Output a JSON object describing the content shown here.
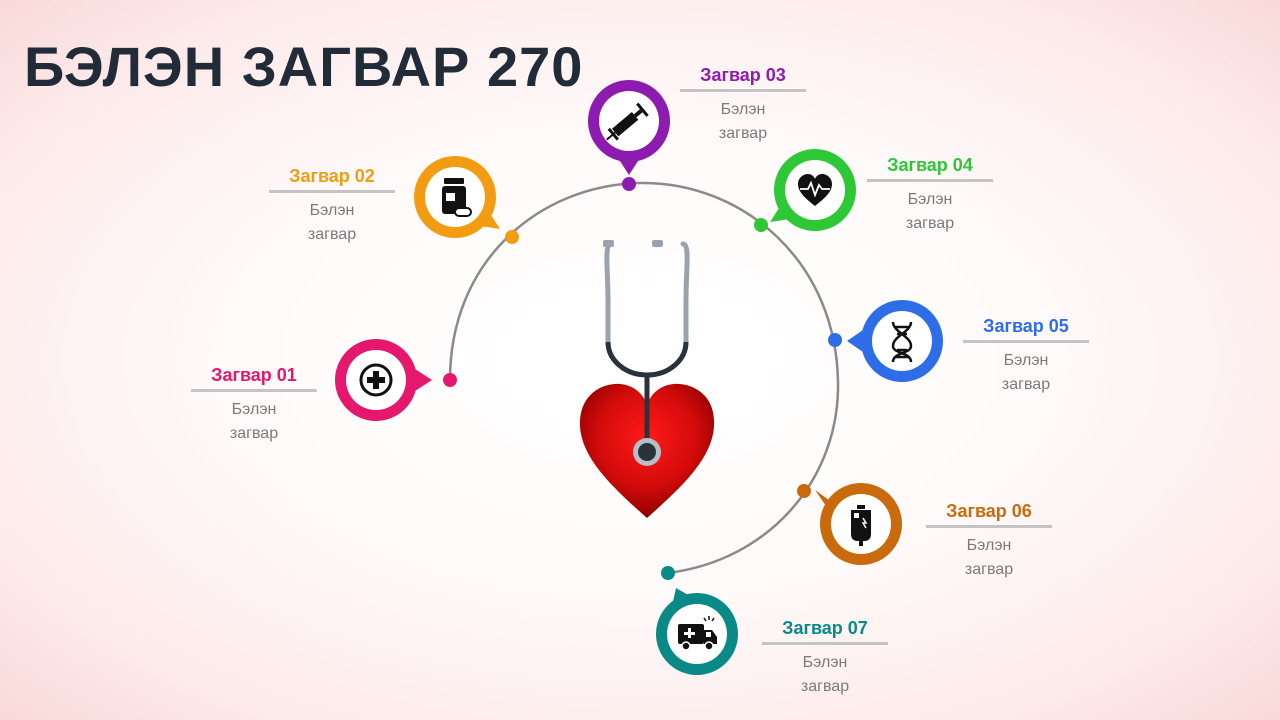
{
  "title": "БЭЛЭН ЗАГВАР 270",
  "items": [
    {
      "heading": "Загвар 01",
      "line1": "Бэлэн",
      "line2": "загвар",
      "color": "#e5186e",
      "icon": "medical-cross-icon"
    },
    {
      "heading": "Загвар 02",
      "line1": "Бэлэн",
      "line2": "загвар",
      "color": "#f39c12",
      "icon": "pill-bottle-icon"
    },
    {
      "heading": "Загвар 03",
      "line1": "Бэлэн",
      "line2": "загвар",
      "color": "#8e1bb0",
      "icon": "syringe-icon"
    },
    {
      "heading": "Загвар 04",
      "line1": "Бэлэн",
      "line2": "загвар",
      "color": "#2ec735",
      "icon": "heartbeat-icon"
    },
    {
      "heading": "Загвар 05",
      "line1": "Бэлэн",
      "line2": "загвар",
      "color": "#2d6ee8",
      "icon": "dna-icon"
    },
    {
      "heading": "Загвар 06",
      "line1": "Бэлэн",
      "line2": "загвар",
      "color": "#c96a0c",
      "icon": "iv-bag-icon"
    },
    {
      "heading": "Загвар 07",
      "line1": "Бэлэн",
      "line2": "загвар",
      "color": "#0a8a86",
      "icon": "ambulance-icon"
    }
  ],
  "center_icon": "stethoscope-heart-icon"
}
